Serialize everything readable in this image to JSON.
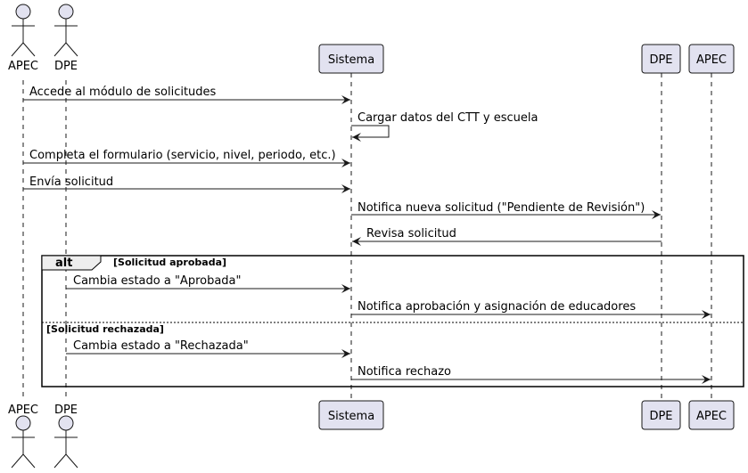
{
  "participants": {
    "apec_actor": "APEC",
    "dpe_actor": "DPE",
    "sistema": "Sistema",
    "dpe_box": "DPE",
    "apec_box": "APEC"
  },
  "messages": {
    "m1": "Accede al módulo de solicitudes",
    "m2": "Cargar datos del CTT y escuela",
    "m3": "Completa el formulario (servicio, nivel, periodo, etc.)",
    "m4": "Envía solicitud",
    "m5": "Notifica nueva solicitud (\"Pendiente de Revisión\")",
    "m6": "Revisa solicitud",
    "m7": "Cambia estado a \"Aprobada\"",
    "m8": "Notifica aprobación y asignación de educadores",
    "m9": "Cambia estado a \"Rechazada\"",
    "m10": "Notifica rechazo"
  },
  "alt_fragment": {
    "keyword": "alt",
    "guard_1": "[Solicitud aprobada]",
    "guard_2": "[Solicitud rechazada]"
  },
  "colors": {
    "participant_fill": "#e2e2f0",
    "participant_stroke": "#181818",
    "lifeline": "#181818",
    "alt_tab_fill": "#eeeeee"
  }
}
